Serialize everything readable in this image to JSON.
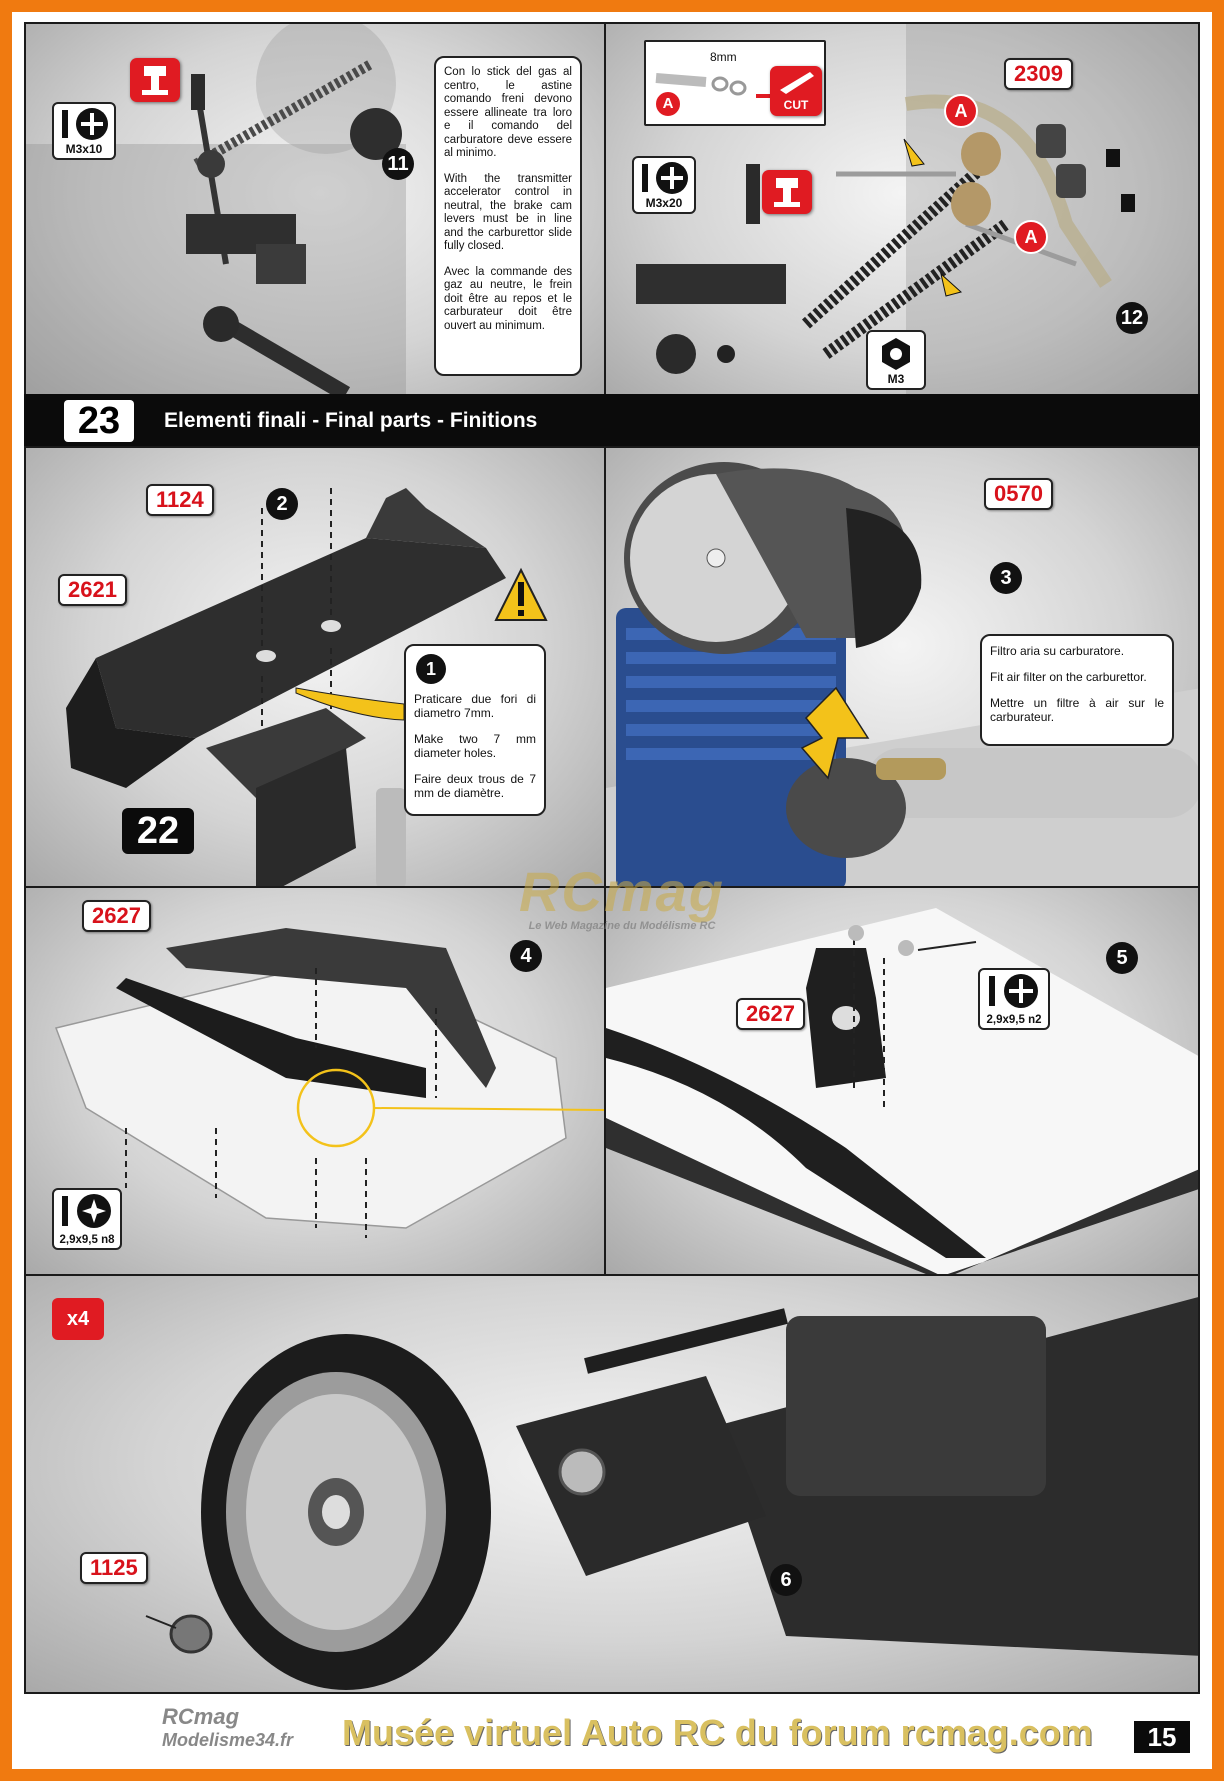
{
  "top_left": {
    "screw_label": "M3x10",
    "step_number": "11",
    "text_it": "Con lo stick del gas al centro, le astine comando freni devono essere allineate tra loro e il comando del carburatore deve essere al minimo.",
    "text_en": "With the transmitter accelerator control in neutral, the brake cam levers must be in line and the carburettor slide fully closed.",
    "text_fr": "Avec la commande des gaz au neutre, le frein doit être au repos et le carburateur doit être ouvert au minimum."
  },
  "top_right": {
    "cut_size": "8mm",
    "cut_label": "CUT",
    "a_marker": "A",
    "screw_label": "M3x20",
    "nut_label": "M3",
    "part_number": "2309",
    "step_number": "12"
  },
  "section": {
    "number": "23",
    "title": "Elementi finali - Final parts - Finitions"
  },
  "wing_panel": {
    "part_1": "1124",
    "part_2": "2621",
    "step_number": "2",
    "ref_step": "22",
    "note_number": "1",
    "text_it": "Praticare due fori di diametro 7mm.",
    "text_en": "Make two 7 mm diameter holes.",
    "text_fr": "Faire deux trous de 7 mm de diamètre."
  },
  "filter_panel": {
    "part_number": "0570",
    "step_number": "3",
    "text_it": "Filtro aria su carburatore.",
    "text_en": "Fit air filter on the carburettor.",
    "text_fr": "Mettre un filtre à air sur le carburateur."
  },
  "bumper_panel": {
    "part_number": "2627",
    "step_number": "4",
    "screw_label": "2,9x9,5 n8"
  },
  "mount_panel": {
    "part_number": "2627",
    "step_number": "5",
    "screw_label": "2,9x9,5 n2"
  },
  "wheel_panel": {
    "multiplier": "x4",
    "part_number": "1125",
    "step_number": "6"
  },
  "footer": {
    "page_number": "15",
    "watermark_center": "RCmag",
    "watermark_center_sub": "Le Web Magazine du Modélisme RC",
    "watermark_left_1": "RCmag",
    "watermark_left_2": "Modelisme34.fr",
    "watermark_bottom": "Musée virtuel Auto RC du forum rcmag.com"
  },
  "colors": {
    "frame": "#f07a10",
    "accent_red": "#e01b22",
    "arrow_yellow": "#f3c21a",
    "header": "#0b0b0b"
  }
}
